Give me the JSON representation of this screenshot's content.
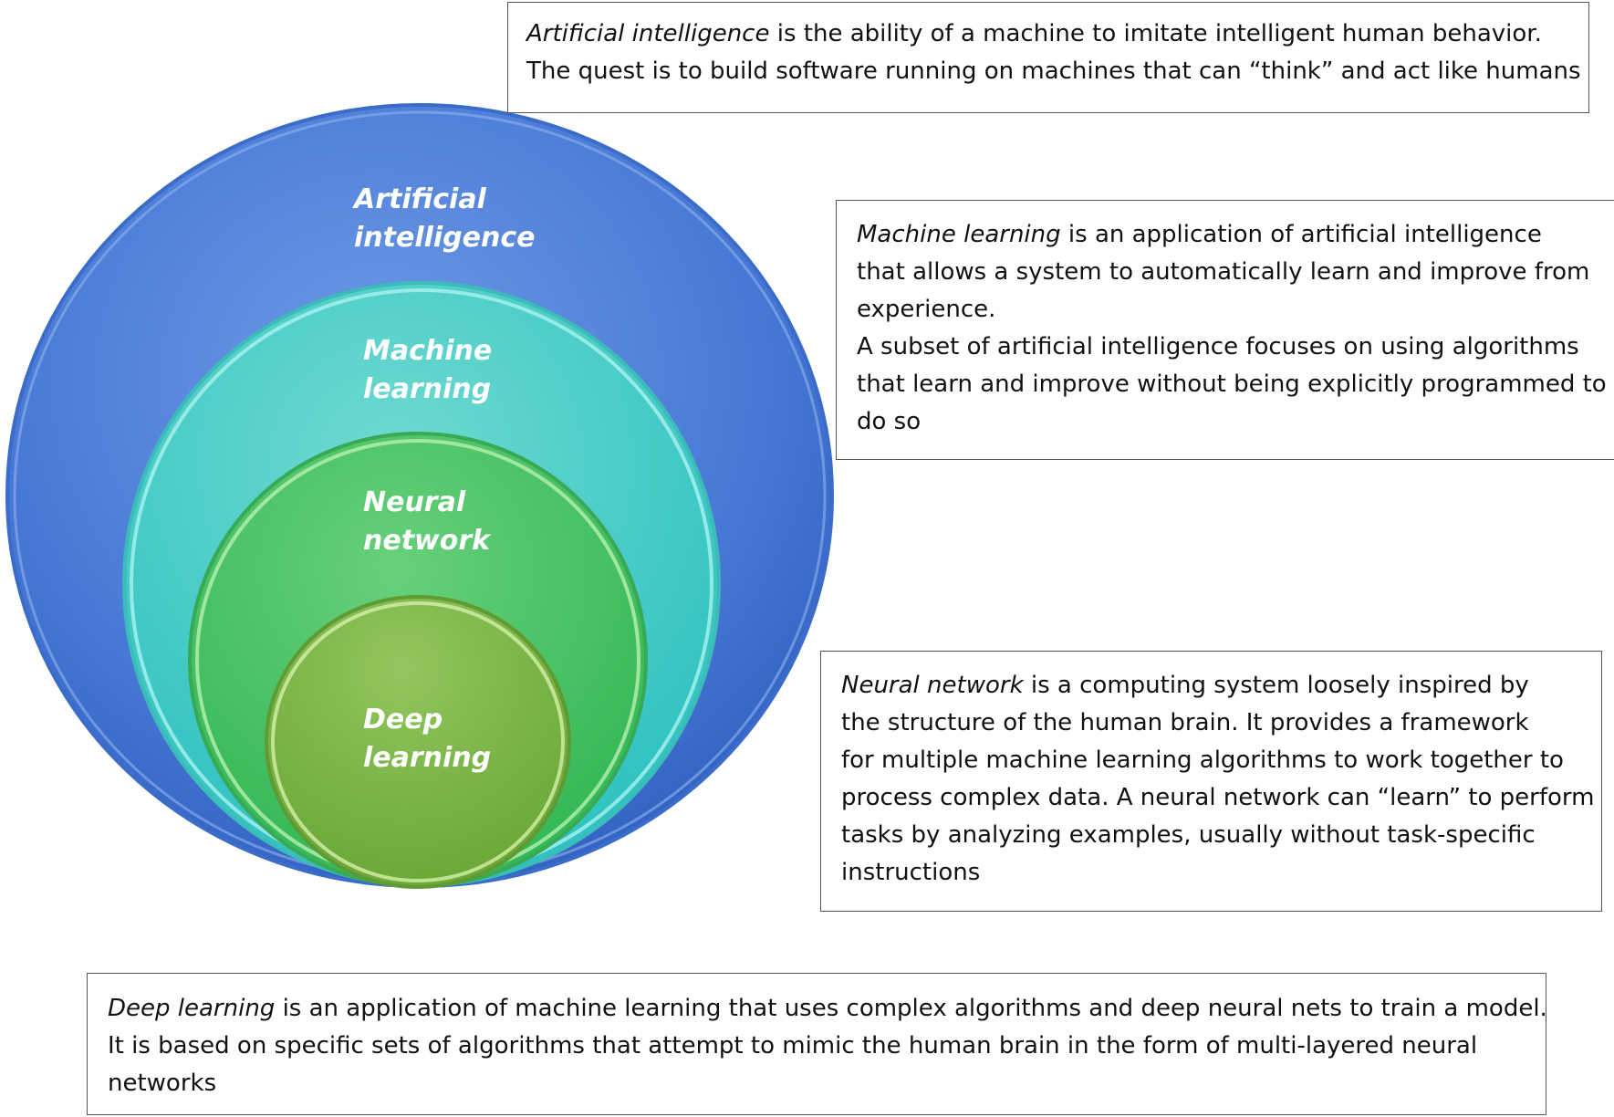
{
  "circles": [
    {
      "label_lines": [
        "Artificial",
        "intelligence"
      ],
      "color": "#4a7dd6"
    },
    {
      "label_lines": [
        "Machine",
        "learning"
      ],
      "color": "#43cfc7"
    },
    {
      "label_lines": [
        "Neural",
        "network"
      ],
      "color": "#4fc46b"
    },
    {
      "label_lines": [
        "Deep",
        "learning"
      ],
      "color": "#7bb84e"
    }
  ],
  "boxes": {
    "ai": {
      "term": "Artificial intelligence",
      "first_rest": " is the ability of a machine to imitate intelligent human behavior.",
      "lines": [
        "The quest is to build software running on machines that can “think” and act like humans"
      ]
    },
    "ml": {
      "term": "Machine learning",
      "first_rest": " is an application of artificial intelligence",
      "lines": [
        "that allows a system to automatically learn and improve from",
        "experience.",
        "A subset of artificial intelligence focuses on using algorithms",
        "that learn and improve without being explicitly programmed to",
        "do so"
      ]
    },
    "nn": {
      "term": "Neural network",
      "first_rest": " is a computing system loosely inspired by",
      "lines": [
        "the structure of the human brain. It provides a framework",
        "for multiple machine learning algorithms to work together to",
        "process complex data. A neural network can “learn” to perform",
        "tasks by analyzing examples, usually without task-specific",
        "instructions"
      ]
    },
    "dl": {
      "term": "Deep learning",
      "first_rest": " is an application of machine learning that uses complex algorithms and deep neural nets to train a model.",
      "lines": [
        "It is based on specific sets of algorithms that attempt to mimic the human brain in the form of multi-layered neural",
        "networks"
      ]
    }
  }
}
